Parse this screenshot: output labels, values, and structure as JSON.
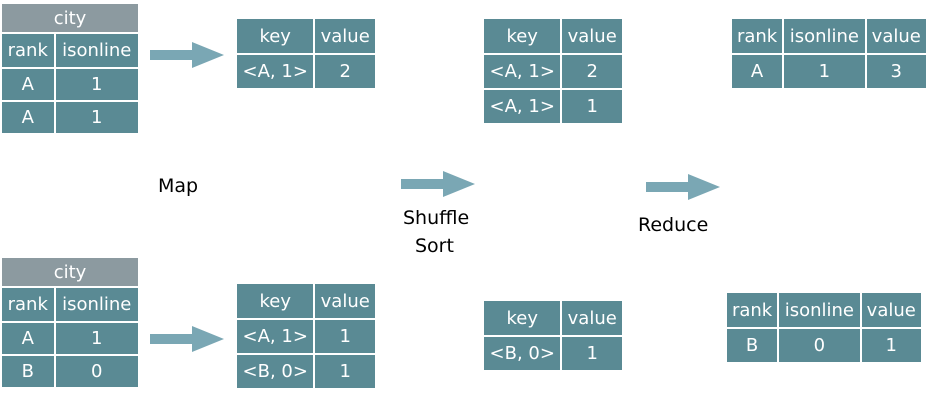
{
  "input_tables": [
    {
      "title": "city",
      "headers": [
        "rank",
        "isonline"
      ],
      "rows": [
        [
          "A",
          "1"
        ],
        [
          "A",
          "1"
        ]
      ]
    },
    {
      "title": "city",
      "headers": [
        "rank",
        "isonline"
      ],
      "rows": [
        [
          "A",
          "1"
        ],
        [
          "B",
          "0"
        ]
      ]
    }
  ],
  "map_tables": [
    {
      "headers": [
        "key",
        "value"
      ],
      "rows": [
        [
          "<A, 1>",
          "2"
        ]
      ]
    },
    {
      "headers": [
        "key",
        "value"
      ],
      "rows": [
        [
          "<A, 1>",
          "1"
        ],
        [
          "<B, 0>",
          "1"
        ]
      ]
    }
  ],
  "shuffle_tables": [
    {
      "headers": [
        "key",
        "value"
      ],
      "rows": [
        [
          "<A, 1>",
          "2"
        ],
        [
          "<A, 1>",
          "1"
        ]
      ]
    },
    {
      "headers": [
        "key",
        "value"
      ],
      "rows": [
        [
          "<B, 0>",
          "1"
        ]
      ]
    }
  ],
  "reduce_tables": [
    {
      "headers": [
        "rank",
        "isonline",
        "value"
      ],
      "rows": [
        [
          "A",
          "1",
          "3"
        ]
      ]
    },
    {
      "headers": [
        "rank",
        "isonline",
        "value"
      ],
      "rows": [
        [
          "B",
          "0",
          "1"
        ]
      ]
    }
  ],
  "labels": {
    "map": "Map",
    "shuffle_line1": "Shuffle",
    "shuffle_line2": "Sort",
    "reduce": "Reduce"
  },
  "colors": {
    "cell": "#5a8a94",
    "title": "#8c9aa0",
    "arrow": "#7aa7b4"
  }
}
